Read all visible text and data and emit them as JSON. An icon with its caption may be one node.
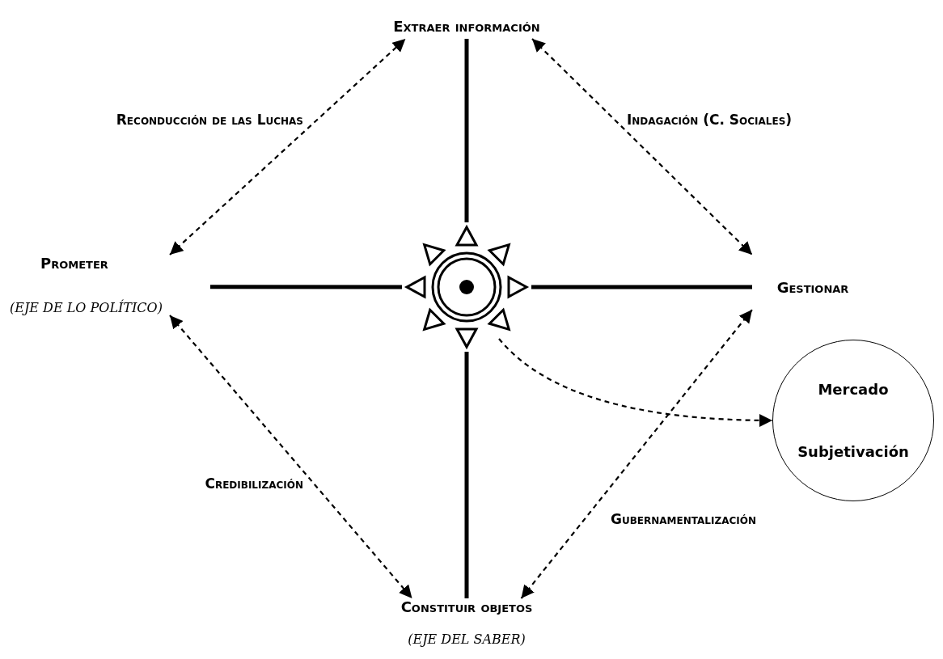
{
  "diagram": {
    "nodes": [
      {
        "text": [
          "Extraer información"
        ]
      },
      {
        "text": [
          "Prometer"
        ],
        "beside": [
          "(EJE DE LO POLÍTICO)"
        ]
      },
      {
        "text": [
          "Gestionar"
        ]
      },
      {
        "text": [
          "Constituir objetos"
        ],
        "beside": [
          "(EJE DEL SABER)"
        ]
      },
      {
        "text": [],
        "shape": "circle"
      },
      {
        "text": [
          "Mercado",
          "Subjetivación"
        ]
      }
    ],
    "edges": [
      {
        "from": 1,
        "to": 0,
        "arrow": "both",
        "style": "dashed",
        "label": "Reconducción de las Luchas"
      },
      {
        "from": 0,
        "to": 2,
        "arrow": "both",
        "style": "dashed",
        "label": "Indagación (C. Sociales)"
      },
      {
        "from": 1,
        "to": 3,
        "arrow": "both",
        "style": "dashed",
        "label": "Credibilización"
      },
      {
        "from": 3,
        "to": 2,
        "arrow": "both",
        "style": "dashed",
        "label": "Gubernamentalización"
      },
      {
        "from": 4,
        "to": 0,
        "arrow": "none",
        "style": "thick"
      },
      {
        "from": 4,
        "to": 1,
        "arrow": "none",
        "style": "thick"
      },
      {
        "from": 4,
        "to": 2,
        "arrow": "none",
        "style": "thick"
      },
      {
        "from": 4,
        "to": 3,
        "arrow": "none",
        "style": "thick"
      },
      {
        "from": 4,
        "to": 5,
        "arrow": "to",
        "style": "dashed"
      }
    ]
  }
}
